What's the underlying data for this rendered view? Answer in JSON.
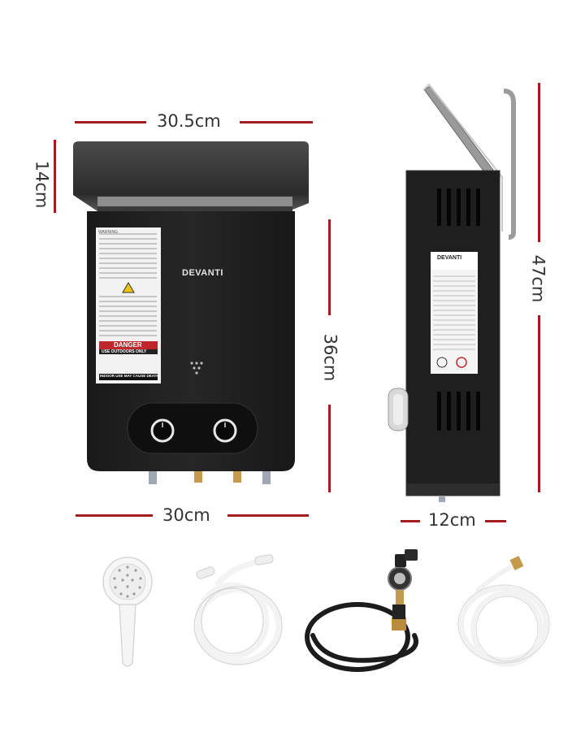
{
  "dimensions": {
    "top_width": "30.5cm",
    "lid_height": "14cm",
    "body_height": "36cm",
    "bottom_width": "30cm",
    "side_height": "47cm",
    "side_depth": "12cm"
  },
  "front_panel": {
    "brand": "DEVANTI",
    "warning_label_header": "WARNING",
    "danger_title": "DANGER",
    "danger_sub": "USE OUTDOORS ONLY",
    "danger_footer": "INDOOR USE MAY CAUSE DEATH"
  },
  "side_panel": {
    "brand": "DEVANTI"
  },
  "accessories": [
    "shower-head",
    "shower-hose",
    "gas-regulator-hose",
    "water-inlet-hose"
  ]
}
